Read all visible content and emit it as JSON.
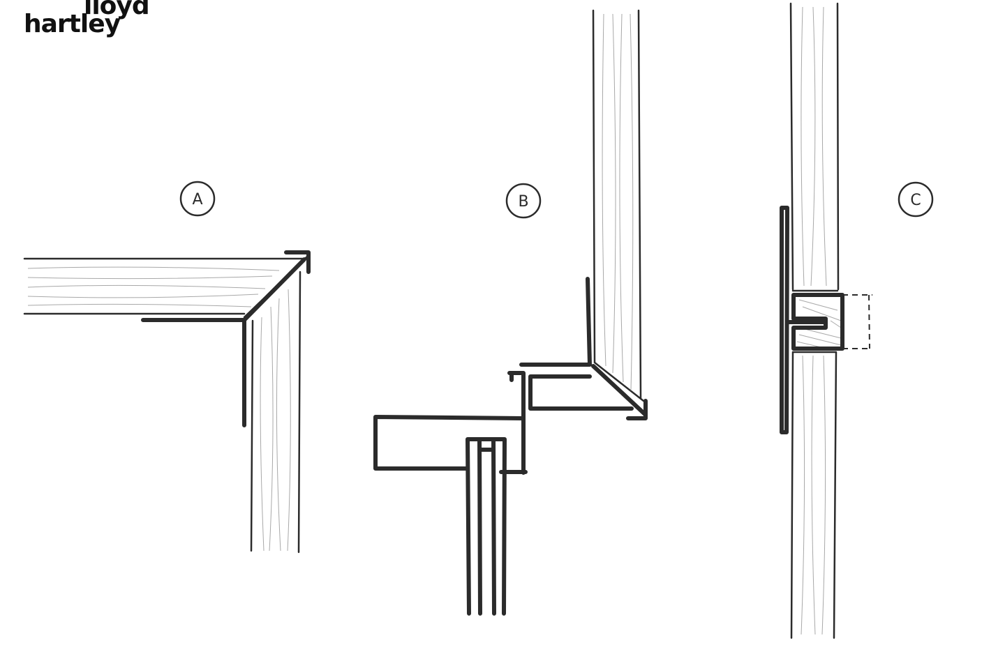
{
  "logo": {
    "line1": "lloyd",
    "line2": "hartley"
  },
  "details": [
    {
      "label": "A"
    },
    {
      "label": "B"
    },
    {
      "label": "C"
    }
  ],
  "colors": {
    "ink": "#2b2b2b",
    "grain": "#a8a8a8",
    "background": "#ffffff"
  }
}
